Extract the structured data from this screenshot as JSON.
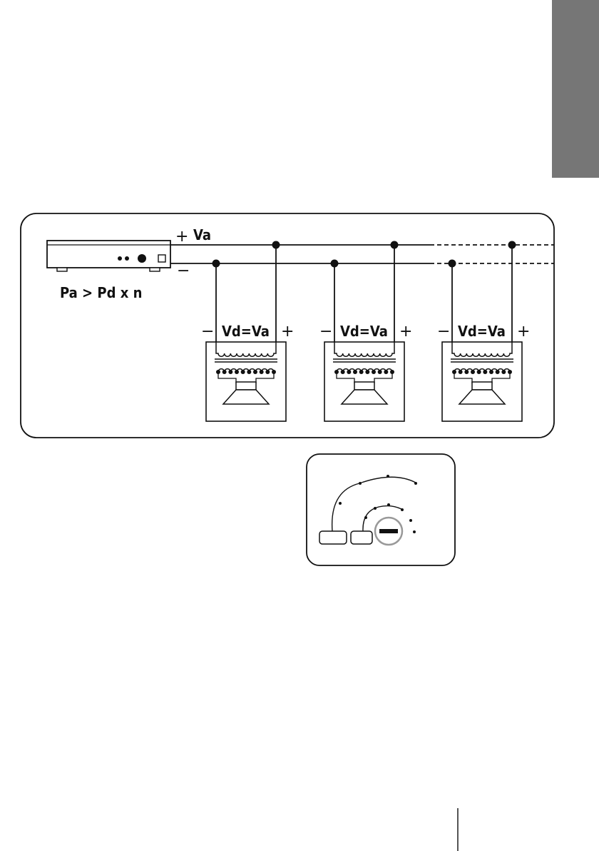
{
  "colors": {
    "side_tab": "#767676",
    "ink": "#111111",
    "knob_ring": "#999999"
  },
  "wiring_diagram": {
    "supply_plus_sign": "+",
    "supply_voltage_label": "Va",
    "supply_minus_sign": "−",
    "amplifier_power_formula": "Pa > Pd x n",
    "speakers": [
      {
        "minus_sign": "−",
        "voltage_label": "Vd=Va",
        "plus_sign": "+"
      },
      {
        "minus_sign": "−",
        "voltage_label": "Vd=Va",
        "plus_sign": "+"
      },
      {
        "minus_sign": "−",
        "voltage_label": "Vd=Va",
        "plus_sign": "+"
      }
    ]
  },
  "tap_selector": {
    "icons": [
      "tap-arc-icon",
      "minus-icon"
    ]
  }
}
